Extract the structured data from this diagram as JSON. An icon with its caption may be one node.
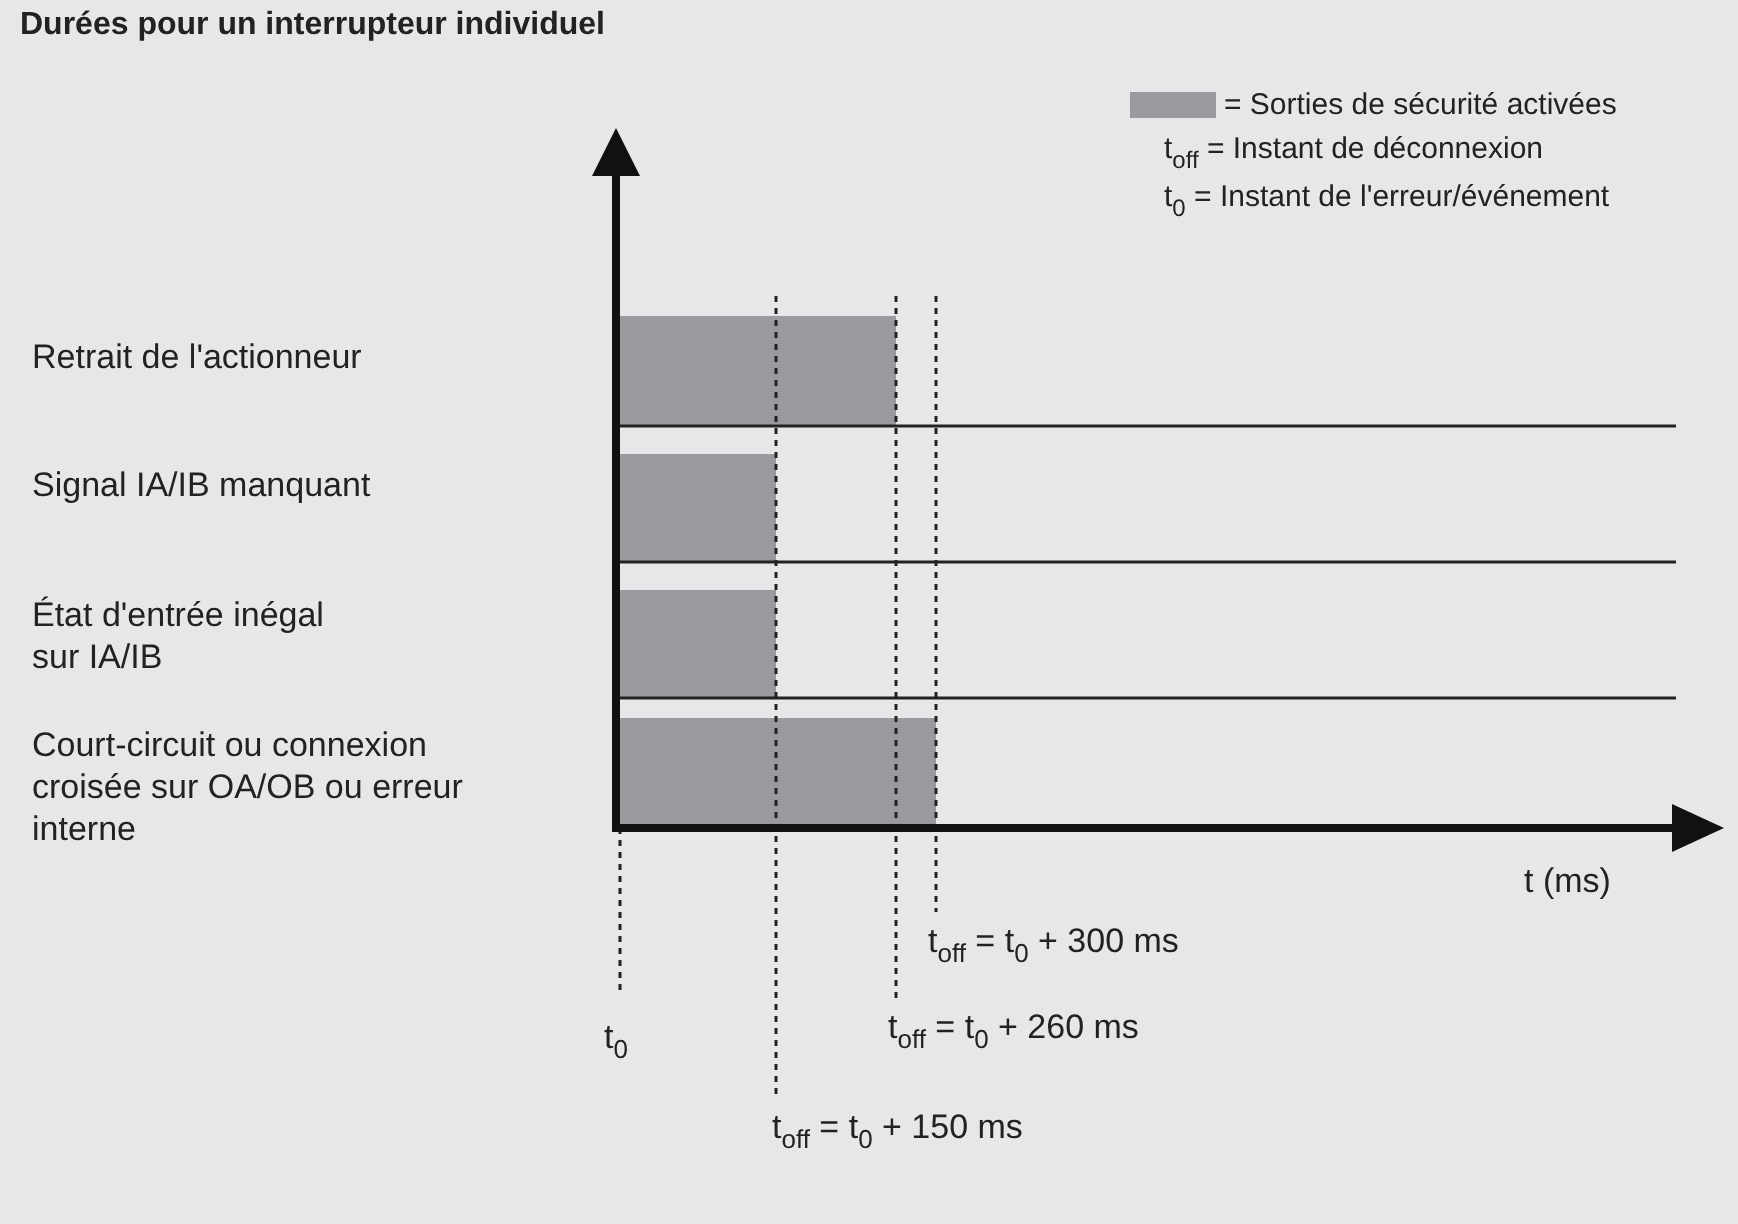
{
  "diagram": {
    "title": "Durées pour un interrupteur individuel",
    "labels": [
      "Retrait de l'actionneur",
      "Signal IA/IB manquant",
      "État d'entrée inégal sur IA/IB",
      "Court-circuit ou connexion croisée sur OA/OB ou erreur interne",
      "t (ms)",
      "t$_{off}$ = t$_{0}$ + 300 ms",
      "t$_{0}$",
      "t$_{off}$ = t$_{0}$ + 260 ms",
      "t$_{off}$ = t$_{0}$ + 150 ms"
    ],
    "legend": [
      {
        "text": "= Sorties de sécurité activées",
        "color": "#9a9b9f"
      },
      {
        "text": "t$_{off}$ = Instant de déconnexion"
      },
      {
        "text": "t$_{0}$ = Instant de l'erreur/événement"
      }
    ]
  }
}
